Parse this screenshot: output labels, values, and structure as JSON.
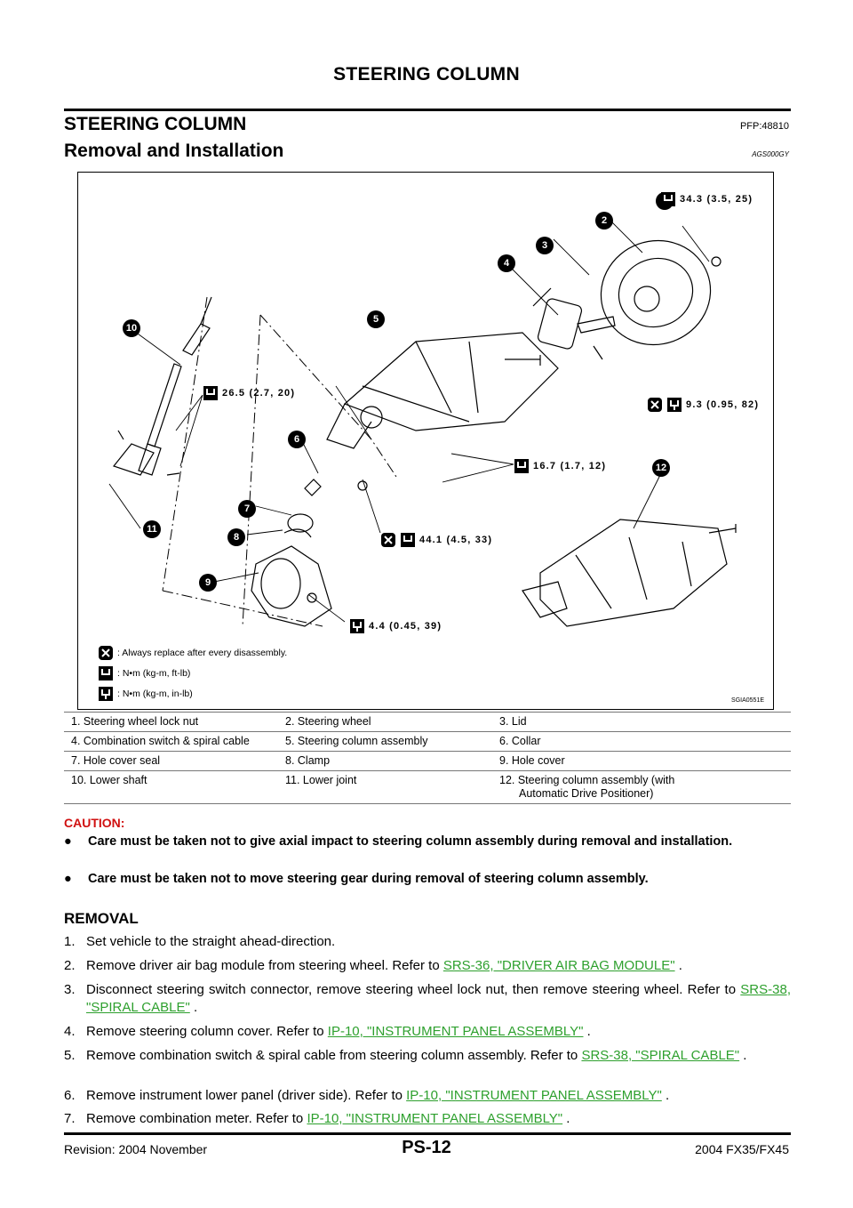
{
  "header": {
    "title": "STEERING COLUMN"
  },
  "section": {
    "title": "STEERING COLUMN",
    "pfp": "PFP:48810"
  },
  "subsection": {
    "title": "Removal and Installation",
    "code": "AGS000GY"
  },
  "figure": {
    "torques": {
      "t1": "34.3 (3.5, 25)",
      "t2": "9.3 (0.95, 82)",
      "t3": "26.5 (2.7, 20)",
      "t4": "16.7 (1.7, 12)",
      "t5": "44.1 (4.5, 33)",
      "t6": "4.4 (0.45, 39)"
    },
    "legend": [
      {
        "icon": "replace-icon",
        "text": ": Always replace after every disassembly."
      },
      {
        "icon": "torque-wrench-icon",
        "text": ": N•m (kg-m, ft-lb)"
      },
      {
        "icon": "torque-wrench-inlb-icon",
        "text": ": N•m (kg-m, in-lb)"
      }
    ],
    "code": "SGIA0551E",
    "callouts": [
      "1",
      "2",
      "3",
      "4",
      "5",
      "6",
      "7",
      "8",
      "9",
      "10",
      "11",
      "12"
    ]
  },
  "parts": [
    [
      "1. Steering wheel lock nut",
      "2. Steering wheel",
      "3. Lid"
    ],
    [
      "4. Combination switch & spiral cable",
      "5. Steering column assembly",
      "6. Collar"
    ],
    [
      "7. Hole cover seal",
      "8. Clamp",
      "9. Hole cover"
    ],
    [
      "10. Lower shaft",
      "11. Lower joint",
      "12. Steering column assembly (with"
    ],
    [
      "",
      "",
      "Automatic Drive Positioner)"
    ]
  ],
  "caution": {
    "title": "CAUTION:",
    "items": [
      "Care must be taken not to give axial impact to steering column assembly during removal and installation.",
      "Care must be taken not to move steering gear during removal of steering column assembly."
    ]
  },
  "removal": {
    "title": "REMOVAL",
    "steps": [
      {
        "num": "1.",
        "text": "Set vehicle to the straight ahead-direction.",
        "link": "",
        "after": ""
      },
      {
        "num": "2.",
        "text": "Remove driver air bag module from steering wheel. Refer to ",
        "link": "SRS-36, \"DRIVER AIR BAG MODULE\"",
        "after": " ."
      },
      {
        "num": "3.",
        "text": "Disconnect steering switch connector, remove steering wheel lock nut, then remove steering wheel. Refer to ",
        "link": "SRS-38, \"SPIRAL CABLE\"",
        "after": " ."
      },
      {
        "num": "4.",
        "text": "Remove steering column cover. Refer to ",
        "link": "IP-10, \"INSTRUMENT PANEL ASSEMBLY\"",
        "after": " ."
      },
      {
        "num": "5.",
        "text": "Remove combination switch & spiral cable from steering column assembly. Refer to ",
        "link": "SRS-38, \"SPIRAL CABLE\"",
        "after": " ."
      },
      {
        "num": "6.",
        "text": "Remove instrument lower panel (driver side). Refer to ",
        "link": "IP-10, \"INSTRUMENT PANEL ASSEMBLY\"",
        "after": " ."
      },
      {
        "num": "7.",
        "text": "Remove combination meter. Refer to ",
        "link": "IP-10, \"INSTRUMENT PANEL ASSEMBLY\"",
        "after": " ."
      }
    ]
  },
  "footer": {
    "revision": "Revision: 2004 November",
    "page": "PS-12",
    "model": "2004 FX35/FX45"
  },
  "colors": {
    "caution": "#d01010",
    "link": "#2ea02e"
  }
}
